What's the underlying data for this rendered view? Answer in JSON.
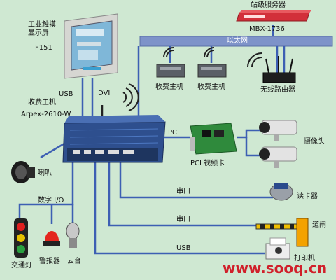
{
  "labels": {
    "touch_screen": "工业触摸\n显示屏",
    "touch_model": "F151",
    "usb_top": "USB",
    "dvi": "DVI",
    "main_host": "收费主机",
    "main_host_model": "Arpex-2610-W",
    "station_server": "站级服务器",
    "station_model": "MBX-1736",
    "ethernet": "以太网",
    "host_a": "收费主机",
    "host_b": "收费主机",
    "router": "无线路由器",
    "pci": "PCI",
    "pci_card": "PCI 视频卡",
    "camera": "摄像头",
    "speaker": "喇叭",
    "digital_io": "数字 I/O",
    "serial_1": "串口",
    "card_reader": "读卡器",
    "serial_2": "串口",
    "gate": "道闸",
    "usb_bottom": "USB",
    "printer": "打印机",
    "traffic_light": "交通灯",
    "alarm": "警报器",
    "ptz": "云台",
    "watermark": "www.sooq.cn"
  },
  "colors": {
    "background": "#cfe8d2",
    "line": "#3d5fb3",
    "ethernet_bar": "#7e93c9",
    "watermark": "#d0202a"
  }
}
